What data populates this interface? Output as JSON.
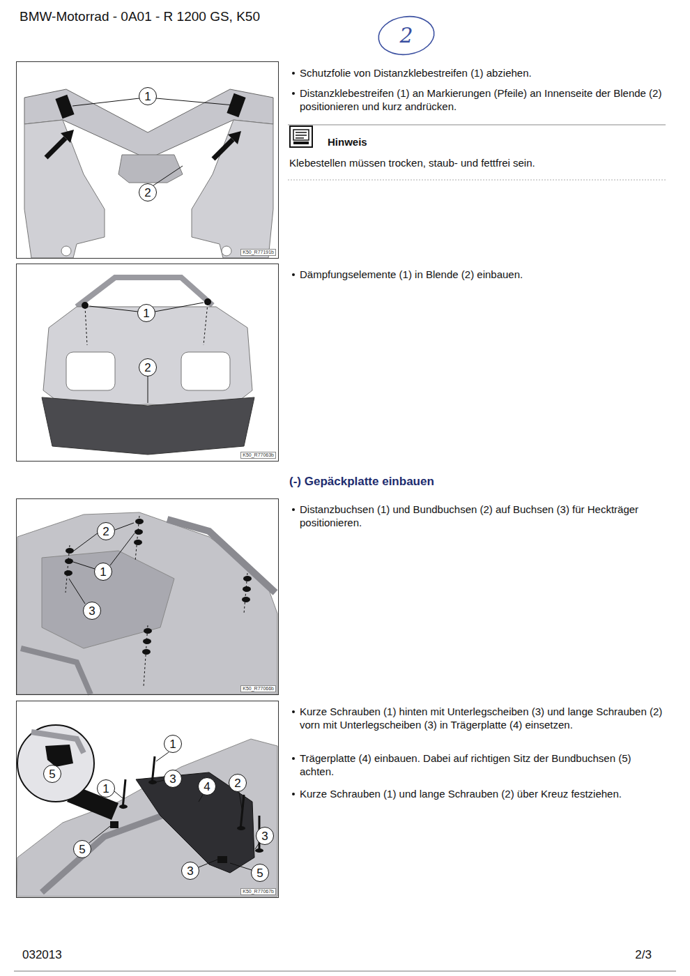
{
  "diagram": {
    "title": "BMW-Motorrad - 0A01 - R 1200 GS, K50",
    "nodes": [
      {
        "text": [
          "2"
        ]
      },
      {
        "text": [
          "K50_R77191b"
        ]
      },
      {
        "text": [
          "1"
        ],
        "in": 1
      },
      {
        "text": [
          "2"
        ],
        "in": 1
      },
      {
        "text": [
          "K50_R77063b"
        ]
      },
      {
        "text": [
          "1"
        ],
        "in": 4
      },
      {
        "text": [
          "2"
        ],
        "in": 4
      },
      {
        "text": [
          "K50_R77066b"
        ]
      },
      {
        "text": [
          "2"
        ],
        "in": 7
      },
      {
        "text": [
          "1"
        ],
        "in": 7
      },
      {
        "text": [
          "3"
        ],
        "in": 7
      },
      {
        "text": [
          "K50_R77067b"
        ]
      },
      {
        "text": [
          "1"
        ],
        "in": 11
      },
      {
        "text": [
          "3"
        ],
        "in": 11
      },
      {
        "text": [
          "4"
        ],
        "in": 11
      },
      {
        "text": [
          "2"
        ],
        "in": 11
      },
      {
        "text": [
          "1"
        ],
        "in": 11
      },
      {
        "text": [
          "5"
        ],
        "in": 11
      },
      {
        "text": [
          "3"
        ],
        "in": 11
      },
      {
        "text": [
          "3"
        ],
        "in": 11
      },
      {
        "text": [
          "5"
        ],
        "in": 11
      },
      {
        "text": [
          "5"
        ],
        "in": 11
      }
    ],
    "labels": [
      "Schutzfolie von Distanzklebestreifen (1) abziehen.",
      "Distanzklebestreifen (1) an Markierungen (Pfeile) an Innenseite der Blende (2) positionieren und kurz andrücken.",
      "Hinweis",
      "Klebestellen müssen trocken, staub- und fettfrei sein.",
      "Dämpfungselemente (1) in Blende (2) einbauen.",
      "(-) Gepäckplatte einbauen",
      "Distanzbuchsen (1) und Bundbuchsen (2) auf Buchsen (3) für Heckträger positionieren.",
      "Kurze Schrauben (1) hinten mit Unterlegscheiben (3) und lange Schrauben (2) vorn mit Unterlegscheiben (3) in Trägerplatte (4) einsetzen.",
      "Trägerplatte (4) einbauen. Dabei auf richtigen Sitz der Bundbuchsen (5) achten.",
      "Kurze Schrauben (1) und lange Schrauben (2) über Kreuz festziehen.",
      "032013",
      "2/3"
    ]
  }
}
